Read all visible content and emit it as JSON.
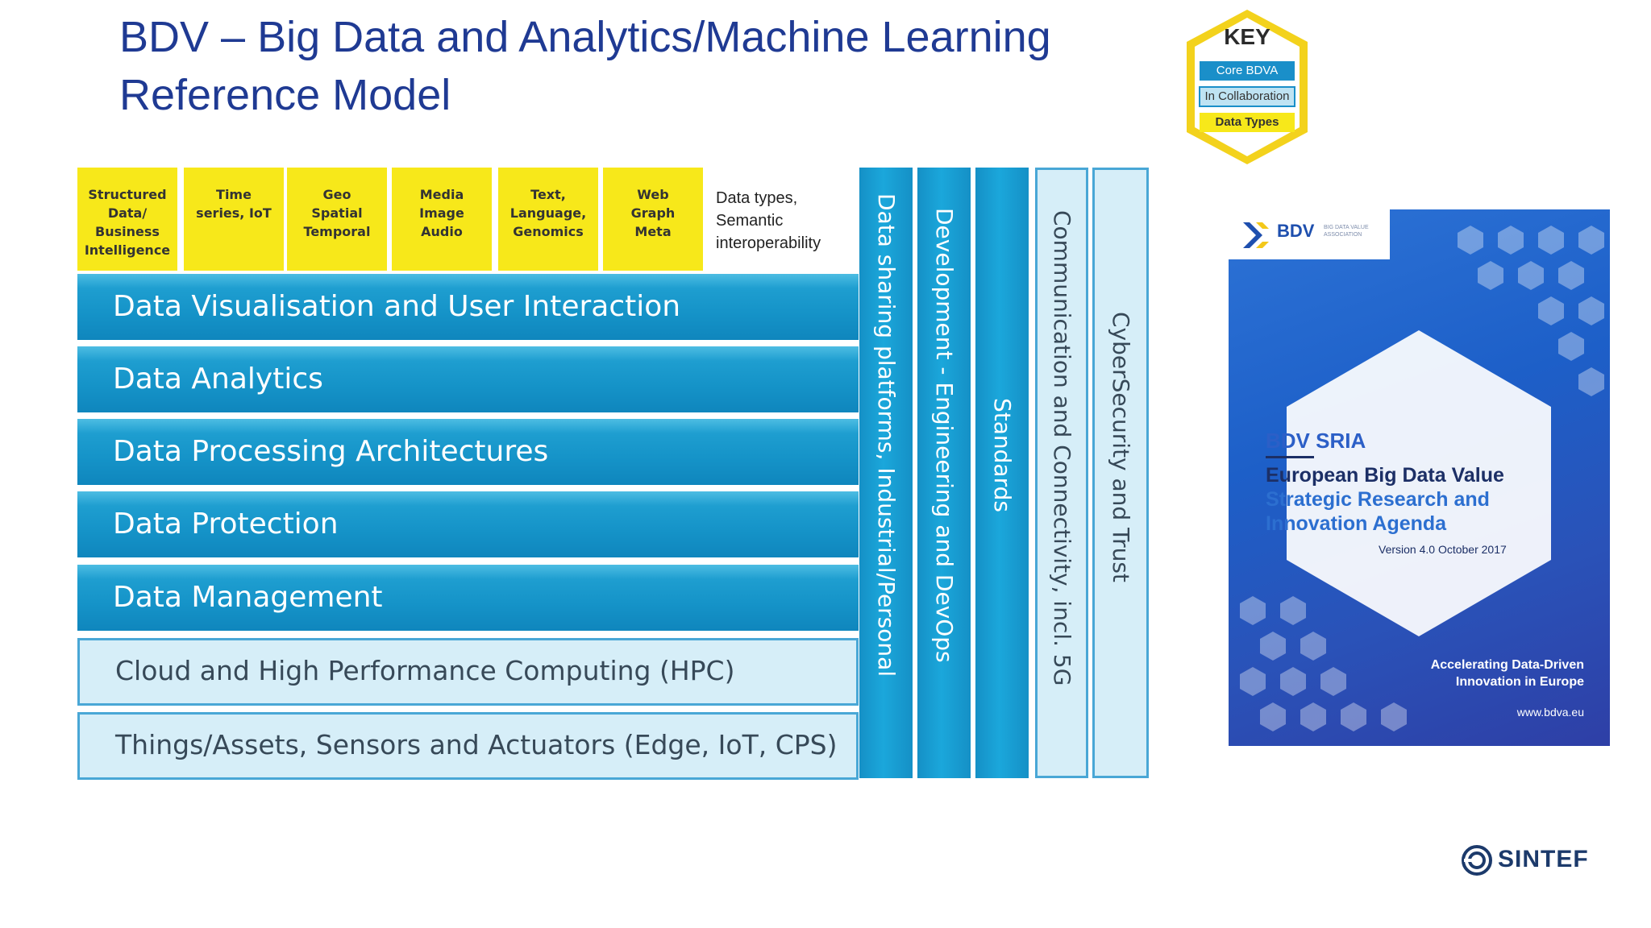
{
  "title": {
    "line1": "BDV – Big Data and Analytics/Machine Learning",
    "line2": "Reference Model"
  },
  "key": {
    "heading": "KEY",
    "core": "Core BDVA",
    "collab": "In Collaboration",
    "types": "Data Types"
  },
  "data_types": [
    {
      "lines": [
        "Structured",
        "Data/",
        "Business",
        "Intelligence"
      ]
    },
    {
      "lines": [
        "Time",
        "series, IoT"
      ]
    },
    {
      "lines": [
        "Geo",
        "Spatial",
        "Temporal"
      ]
    },
    {
      "lines": [
        "Media",
        "Image",
        "Audio"
      ]
    },
    {
      "lines": [
        "Text,",
        "Language,",
        "Genomics"
      ]
    },
    {
      "lines": [
        "Web",
        "Graph",
        "Meta"
      ]
    }
  ],
  "data_types_note": {
    "line1": "Data types,",
    "line2": "Semantic",
    "line3": "interoperability"
  },
  "layers": [
    {
      "label": "Data Visualisation and User Interaction",
      "style": "core"
    },
    {
      "label": "Data Analytics",
      "style": "core"
    },
    {
      "label": "Data Processing Architectures",
      "style": "core"
    },
    {
      "label": "Data Protection",
      "style": "core"
    },
    {
      "label": "Data Management",
      "style": "core"
    },
    {
      "label": "Cloud and High Performance Computing (HPC)",
      "style": "collaboration"
    },
    {
      "label": "Things/Assets, Sensors and Actuators (Edge, IoT, CPS)",
      "style": "collaboration"
    }
  ],
  "pillars": [
    {
      "label": "Data sharing platforms, Industrial/Personal",
      "style": "core"
    },
    {
      "label": "Development - Engineering and DevOps",
      "style": "core"
    },
    {
      "label": "Standards",
      "style": "core"
    },
    {
      "label": "Communication and Connectivity, incl. 5G",
      "style": "collaboration"
    },
    {
      "label": "CyberSecurity and Trust",
      "style": "collaboration"
    }
  ],
  "cover": {
    "logo": "BDV",
    "logo_sub": "BIG DATA VALUE ASSOCIATION",
    "heading": "BDV SRIA",
    "line1": "European Big Data Value",
    "line2": "Strategic Research and",
    "line3": "Innovation Agenda",
    "version": "Version 4.0 October 2017",
    "tag1": "Accelerating Data-Driven",
    "tag2": "Innovation in Europe",
    "url": "www.bdva.eu"
  },
  "footer": {
    "brand": "SINTEF"
  },
  "colors": {
    "title": "#1f3a93",
    "data_type_fill": "#f7e81a",
    "core_blue": "#1593c8",
    "collab_fill": "#d6eef8",
    "collab_border": "#49a7d6"
  }
}
